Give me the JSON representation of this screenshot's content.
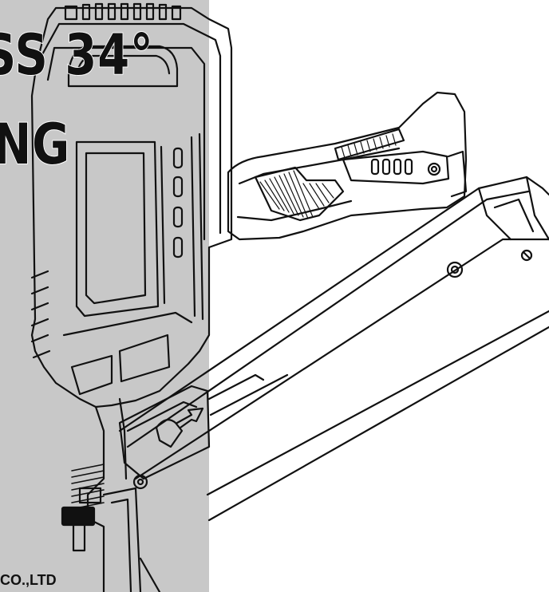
{
  "headline": {
    "line1": "SS 34°",
    "line2": "NG"
  },
  "footer": {
    "company_fragment": "CO.,LTD"
  },
  "colors": {
    "band": "#c8c8c8",
    "ink": "#111111",
    "background": "#ffffff"
  },
  "illustration": {
    "subject": "nail-gun-line-drawing"
  }
}
